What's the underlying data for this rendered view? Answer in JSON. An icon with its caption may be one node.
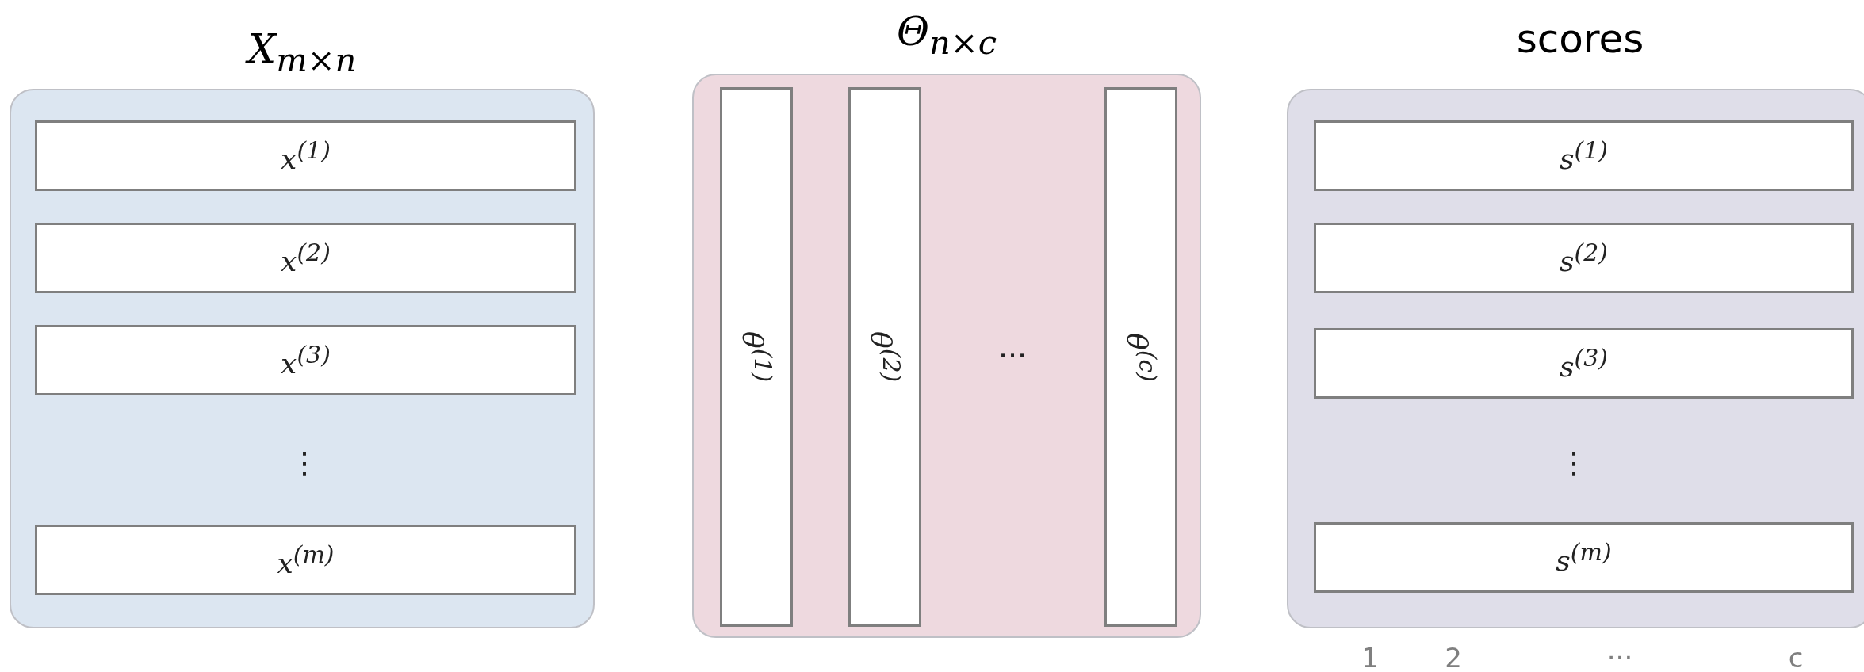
{
  "diagram": {
    "nodes": [
      {
        "text": [
          "X$_{m×n}$"
        ]
      },
      {
        "text": [
          "x$^{(1)}$"
        ],
        "in": 0
      },
      {
        "text": [
          "x$^{(2)}$"
        ],
        "in": 0
      },
      {
        "text": [
          "x$^{(3)}$"
        ],
        "in": 0
      },
      {
        "text": [
          "x$^{(m)}$"
        ],
        "in": 0
      },
      {
        "text": [
          "Θ$_{n×c}$"
        ]
      },
      {
        "text": [
          "θ$^{(1)}$"
        ],
        "in": 5
      },
      {
        "text": [
          "θ$^{(2)}$"
        ],
        "in": 5
      },
      {
        "text": [
          "θ$^{(c)}$"
        ],
        "in": 5
      },
      {
        "text": [
          "scores"
        ]
      },
      {
        "text": [
          "s$^{(1)}$"
        ],
        "in": 9
      },
      {
        "text": [
          "s$^{(2)}$"
        ],
        "in": 9
      },
      {
        "text": [
          "s$^{(3)}$"
        ],
        "in": 9
      },
      {
        "text": [
          "s$^{(m)}$"
        ],
        "in": 9
      }
    ],
    "edges": [],
    "labels": [
      "⋮",
      "···",
      "⋮",
      "1",
      "2",
      "···",
      "c"
    ]
  }
}
